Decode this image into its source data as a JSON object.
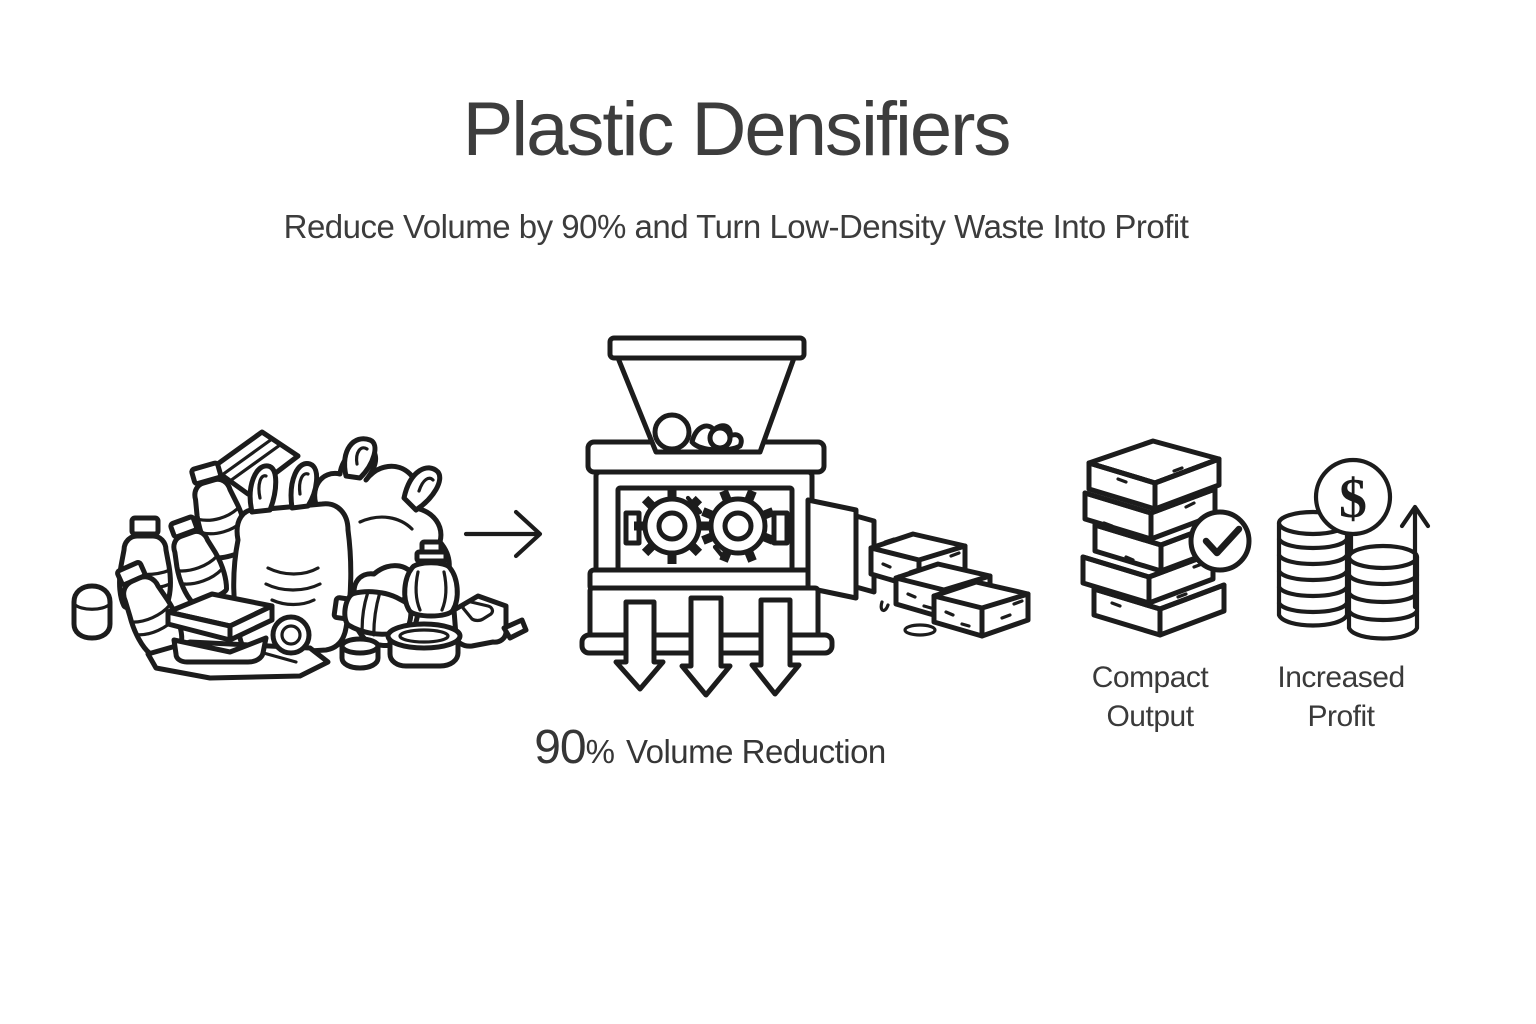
{
  "page": {
    "title": "Plastic Densifiers",
    "subtitle": "Reduce Volume by 90% and Turn Low-Density Waste Into Profit"
  },
  "flow": {
    "volume_stat_value": "90",
    "volume_stat_percent": "%",
    "volume_stat_label": "Volume Reduction",
    "compact_output_line1": "Compact",
    "compact_output_line2": "Output",
    "increased_profit_line1": "Increased",
    "increased_profit_line2": "Profit",
    "dollar_symbol": "$"
  },
  "icons": {
    "step_transition": "arrow-right-icon",
    "quality": "check-icon",
    "currency": "dollar-icon",
    "growth": "arrow-up-icon",
    "process_direction": "arrow-down-icons"
  },
  "colors": {
    "background": "#ffffff",
    "line_art_ink": "#1c1c1c",
    "heading_text": "#3d3d3d",
    "body_text": "#3a3a3a"
  }
}
